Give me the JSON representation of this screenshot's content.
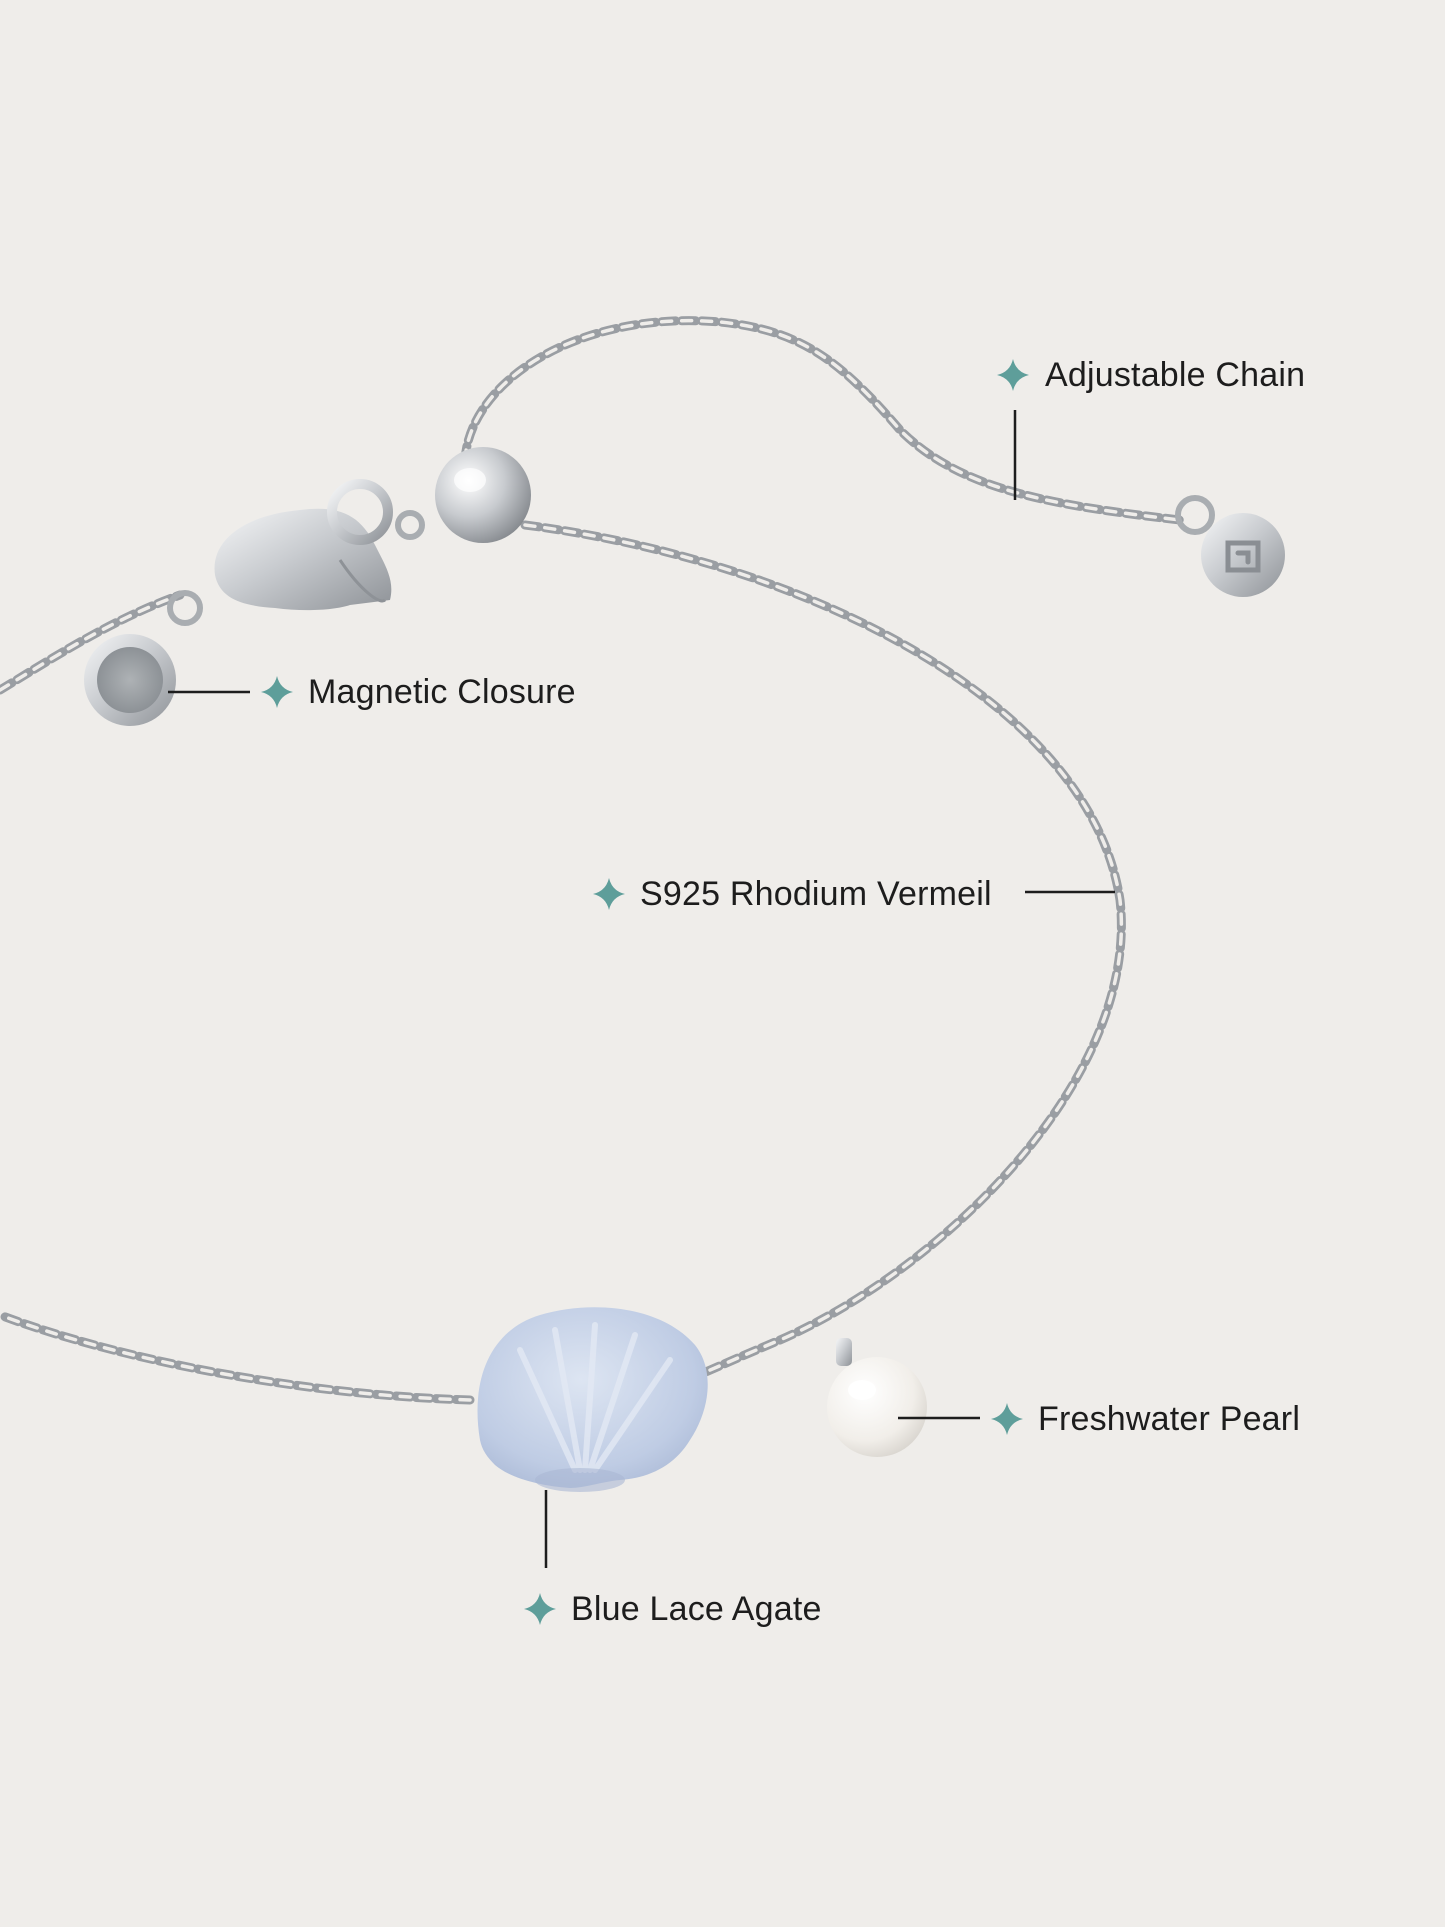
{
  "colors": {
    "background": "#efedea",
    "accent_star": "#5e9e9a",
    "leader_line": "#1d1d1d",
    "label_text": "#1d1d1d",
    "chain_silver": "#b3b6ba",
    "agate_blue": "#c2cfe6",
    "pearl_white": "#f7f5f1"
  },
  "icons": {
    "marker": "four-point-star-icon",
    "tag_logo": "monogram-icon"
  },
  "callouts": [
    {
      "id": "adjustable-chain",
      "label": "Adjustable Chain"
    },
    {
      "id": "magnetic-closure",
      "label": "Magnetic Closure"
    },
    {
      "id": "s925-rhodium-vermeil",
      "label": "S925 Rhodium Vermeil"
    },
    {
      "id": "freshwater-pearl",
      "label": "Freshwater Pearl"
    },
    {
      "id": "blue-lace-agate",
      "label": "Blue Lace Agate"
    }
  ]
}
